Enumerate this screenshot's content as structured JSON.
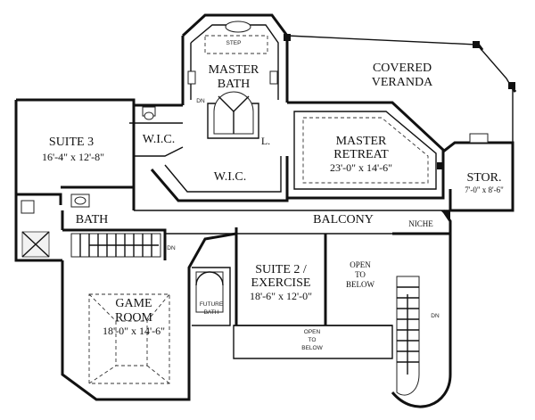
{
  "rooms": {
    "master_bath": {
      "name_line1": "MASTER",
      "name_line2": "BATH"
    },
    "covered_veranda": {
      "name_line1": "COVERED",
      "name_line2": "VERANDA"
    },
    "suite3": {
      "name": "SUITE 3",
      "dims": "16'-4\" x 12'-8\""
    },
    "wic_left": {
      "name": "W.I.C."
    },
    "wic_center": {
      "name": "W.I.C."
    },
    "linen": {
      "name": "L."
    },
    "master_retreat": {
      "name": "MASTER",
      "name_line2": "RETREAT",
      "dims": "23'-0\" x 14'-6\""
    },
    "storage": {
      "name": "STOR.",
      "dims": "7'-0\" x 8'-6\""
    },
    "bath": {
      "name": "BATH"
    },
    "balcony": {
      "name": "BALCONY"
    },
    "niche": {
      "name": "NICHE"
    },
    "suite2": {
      "name": "SUITE 2 /",
      "name_line2": "EXERCISE",
      "dims": "18'-6\" x 12'-0\""
    },
    "open_below_right": {
      "line1": "OPEN",
      "line2": "TO",
      "line3": "BELOW"
    },
    "open_below_lower": {
      "line1": "OPEN",
      "line2": "TO",
      "line3": "BELOW"
    },
    "game_room": {
      "name": "GAME",
      "name_line2": "ROOM",
      "dims": "18'-0\" x 14'-6\""
    },
    "future_bath": {
      "line1": "FUTURE",
      "line2": "BATH"
    }
  },
  "annotations": {
    "step": "STEP",
    "dn_master_bath": "DN",
    "dn_stair_left": "DN",
    "dn_stair_right": "DN"
  },
  "colors": {
    "ink": "#111111",
    "paper": "#ffffff",
    "fill_light": "#f2f2f2"
  }
}
